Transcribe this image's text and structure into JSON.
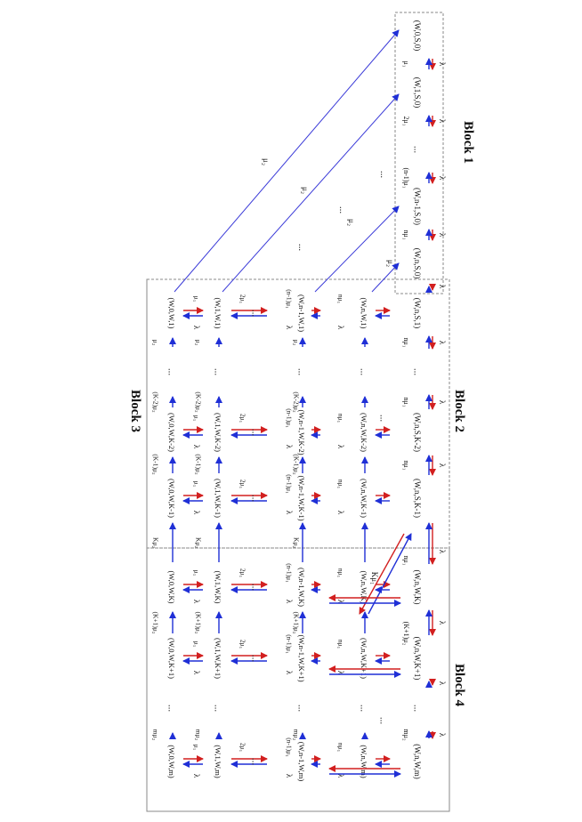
{
  "blocks": {
    "block1": "Block 1",
    "block2": "Block 2",
    "block3": "Block 3",
    "block4": "Block 4"
  },
  "rates": {
    "lambda": "λ",
    "mu1": "μ₁",
    "two_mu1": "2μ₁",
    "nm1_mu1": "(n-1)μ₁",
    "n_mu1": "nμ₁",
    "mu2": "μ₂",
    "two_mu2": "2μ₂",
    "nm1_mu2": "(n-1)μ₂",
    "km2_mu2": "(K-2)μ₂",
    "km1_mu2": "(K-1)μ₂",
    "k_mu2": "Kμ₂",
    "kp1_mu2": "(K+1)μ₂",
    "m_mu2": "mμ₂",
    "kp1_mu1": "(K+1)μ₁",
    "k_mu1": "Kμ₁"
  },
  "block1_states": [
    "(W,0,S,0)",
    "(W,1,S,0)",
    "...",
    "(W,n-1,S,0)",
    "(W,n,S,0)"
  ],
  "block2_states": [
    "(W,n,S,1)",
    "...",
    "(W,n,S,K-2)",
    "(W,n,S,K-1)"
  ],
  "block4_states": [
    "(W,n,W,K)",
    "(W,n,W,K+1)",
    "...",
    "(W,n,W,m)"
  ],
  "grid_rows": [
    [
      "(W,n,W,1)",
      "...",
      "(W,n,W,K-2)",
      "(W,n,W,K-1)",
      "(W,n,W,K)",
      "(W,n,W,K+1)",
      "...",
      "(W,n,W,m)"
    ],
    [
      "(W,n-1,W,1)",
      "...",
      "(W,n-1,W,K-2)",
      "(W,n-1,W,K-1)",
      "(W,n-1,W,K)",
      "(W,n-1,W,K+1)",
      "...",
      "(W,n-1,W,m)"
    ],
    [
      "(W,1,W,1)",
      "...",
      "(W,1,W,K-2)",
      "(W,1,W,K-1)",
      "(W,1,W,K)",
      "(W,1,W,K+1)",
      "...",
      "(W,1,W,m)"
    ],
    [
      "(W,0,W,1)",
      "...",
      "(W,0,W,K-2)",
      "(W,0,W,K-1)",
      "(W,0,W,K)",
      "(W,0,W,K+1)",
      "...",
      "(W,0,W,m)"
    ]
  ],
  "ellipsis": "..."
}
